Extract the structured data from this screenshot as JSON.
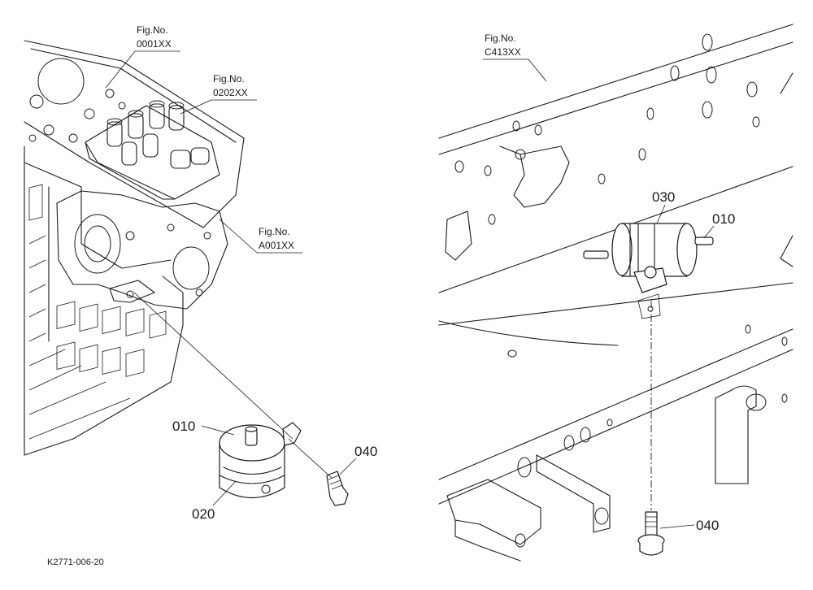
{
  "figure_refs": [
    {
      "id": "engine-block",
      "line1": "Fig.No.",
      "line2": "0001XX"
    },
    {
      "id": "injection-pump",
      "line1": "Fig.No.",
      "line2": "0202XX"
    },
    {
      "id": "gear-case",
      "line1": "Fig.No.",
      "line2": "A001XX"
    },
    {
      "id": "frame",
      "line1": "Fig.No.",
      "line2": "C413XX"
    }
  ],
  "callouts": {
    "left_filter": "010",
    "left_bracket": "020",
    "left_bolt": "040",
    "right_bracket": "030",
    "right_filter": "010",
    "right_bolt": "040"
  },
  "drawing_code": "K2771-006-20"
}
